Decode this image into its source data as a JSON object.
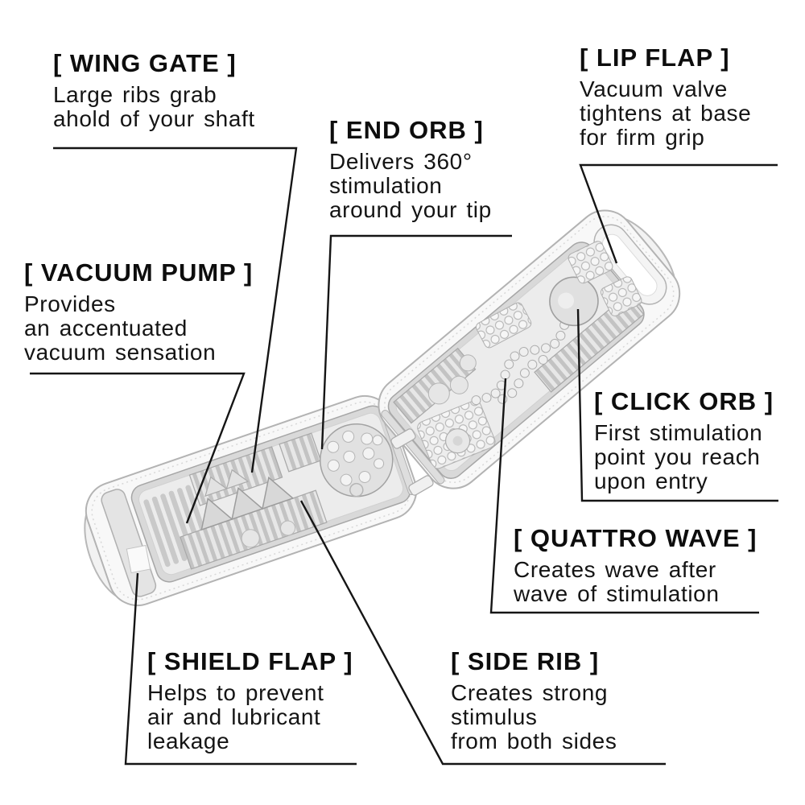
{
  "figure": {
    "background_color": "#ffffff",
    "line_color": "#151515",
    "illustration": "translucent flip-open sleeve cutaway, two hinged halves with inner textures"
  },
  "labels": [
    {
      "id": "wing-gate",
      "title": "[ WING GATE ]",
      "lines": [
        "Large ribs grab",
        "ahold of your shaft"
      ]
    },
    {
      "id": "end-orb",
      "title": "[ END ORB ]",
      "lines": [
        "Delivers 360°",
        "stimulation",
        "around your tip"
      ]
    },
    {
      "id": "lip-flap",
      "title": "[ LIP FLAP ]",
      "lines": [
        "Vacuum valve",
        "tightens at base",
        "for firm grip"
      ]
    },
    {
      "id": "vacuum-pump",
      "title": "[ VACUUM PUMP ]",
      "lines": [
        "Provides",
        "an accentuated",
        "vacuum sensation"
      ]
    },
    {
      "id": "click-orb",
      "title": "[ CLICK ORB ]",
      "lines": [
        "First stimulation",
        "point you reach",
        "upon entry"
      ]
    },
    {
      "id": "quattro-wave",
      "title": "[ QUATTRO WAVE ]",
      "lines": [
        "Creates wave after",
        "wave of stimulation"
      ]
    },
    {
      "id": "shield-flap",
      "title": "[ SHIELD FLAP ]",
      "lines": [
        "Helps to prevent",
        "air and lubricant",
        "leakage"
      ]
    },
    {
      "id": "side-rib",
      "title": "[ SIDE RIB ]",
      "lines": [
        "Creates strong",
        "stimulus",
        "from both sides"
      ]
    }
  ]
}
